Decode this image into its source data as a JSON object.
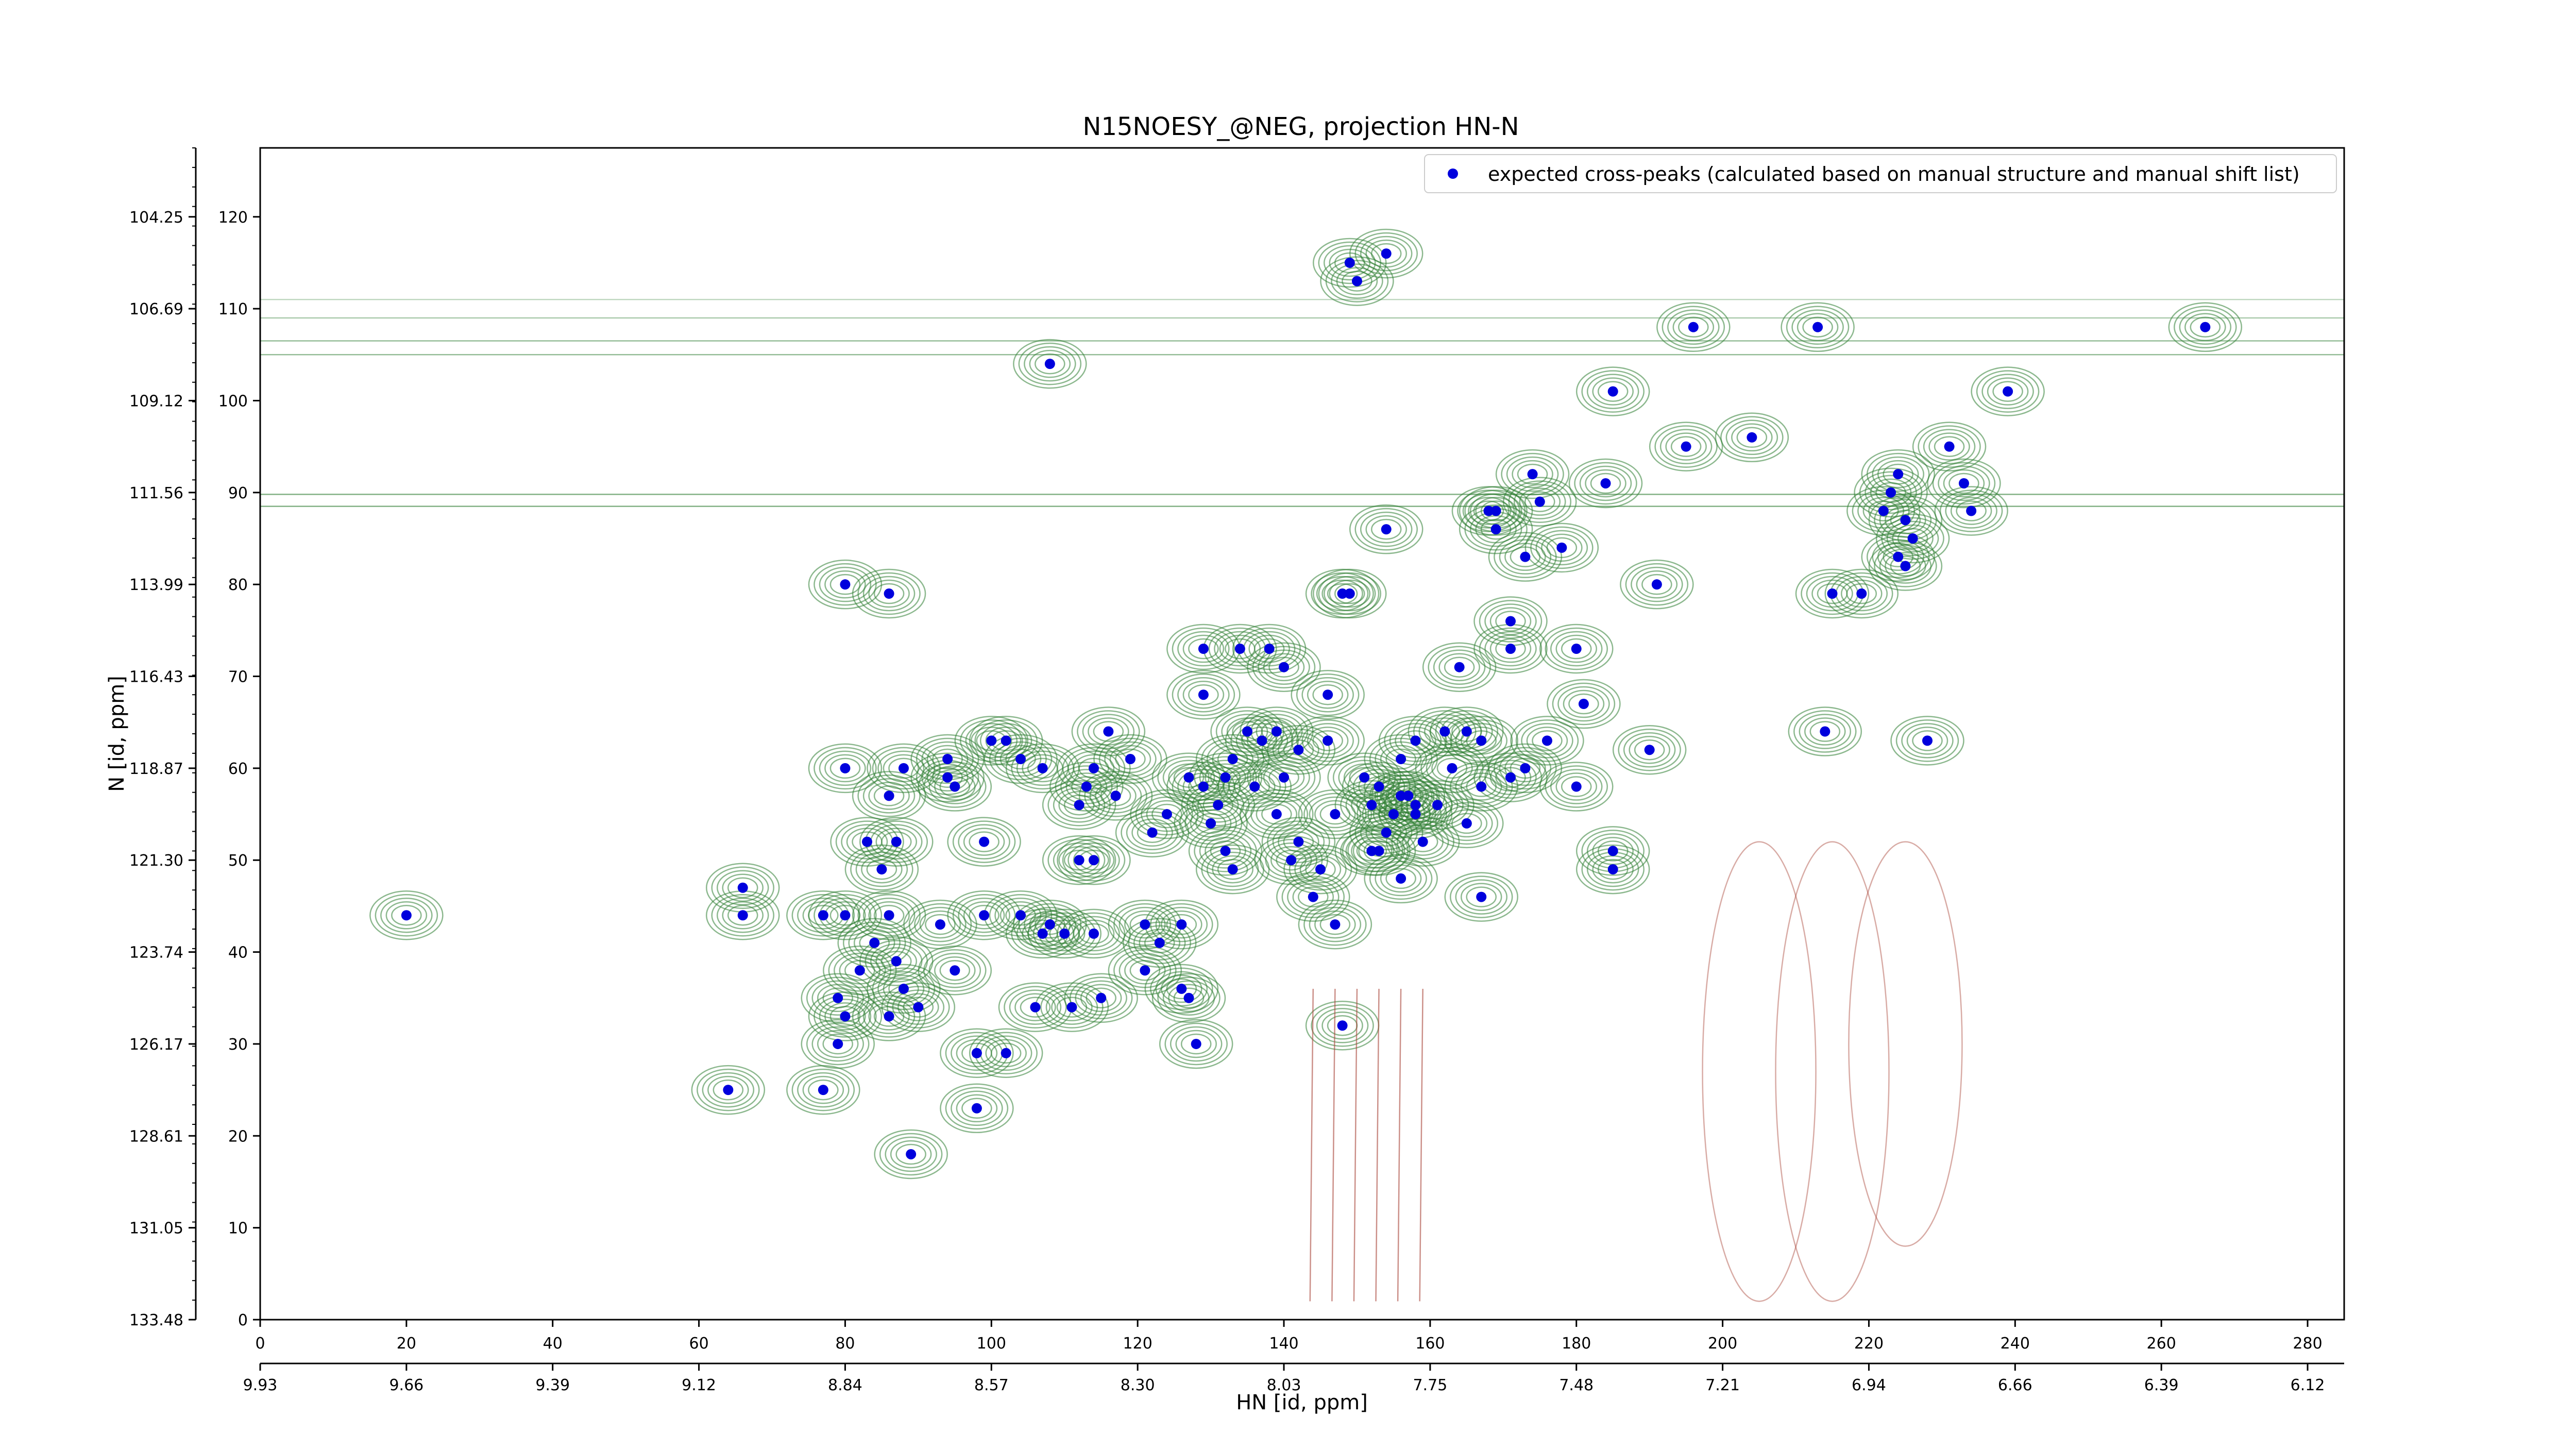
{
  "chart_data": {
    "type": "scatter",
    "title": "N15NOESY_@NEG, projection HN-N",
    "xlabel": "HN [id, ppm]",
    "ylabel": "N [id, ppm]",
    "xlim": [
      0,
      285
    ],
    "ylim": [
      0,
      127.5
    ],
    "grid": false,
    "legend_position": "top-right",
    "x_ticks_index": [
      0,
      20,
      40,
      60,
      80,
      100,
      120,
      140,
      160,
      180,
      200,
      220,
      240,
      260,
      280
    ],
    "x_ticks_ppm": [
      "9.93",
      "9.66",
      "9.39",
      "9.12",
      "8.84",
      "8.57",
      "8.30",
      "8.03",
      "7.75",
      "7.48",
      "7.21",
      "6.94",
      "6.66",
      "6.39",
      "6.12"
    ],
    "y_ticks_index": [
      0,
      10,
      20,
      30,
      40,
      50,
      60,
      70,
      80,
      90,
      100,
      110,
      120
    ],
    "y_ticks_ppm": [
      "133.48",
      "131.05",
      "128.61",
      "126.17",
      "123.74",
      "121.30",
      "118.87",
      "116.43",
      "113.99",
      "111.56",
      "109.12",
      "106.69",
      "104.25"
    ],
    "colors": {
      "positive": "#2e7d32",
      "negative": "#a94438",
      "marker": "#0000dd"
    },
    "series": [
      {
        "name": "expected cross-peaks (calculated based on manual structure and manual shift list)",
        "points": [
          [
            20,
            44
          ],
          [
            64,
            25
          ],
          [
            66,
            44
          ],
          [
            66,
            47
          ],
          [
            77,
            25
          ],
          [
            77,
            44
          ],
          [
            79,
            30
          ],
          [
            79,
            35
          ],
          [
            80,
            33
          ],
          [
            80,
            44
          ],
          [
            80,
            60
          ],
          [
            80,
            80
          ],
          [
            82,
            38
          ],
          [
            83,
            52
          ],
          [
            84,
            41
          ],
          [
            85,
            49
          ],
          [
            86,
            33
          ],
          [
            86,
            44
          ],
          [
            86,
            57
          ],
          [
            86,
            79
          ],
          [
            87,
            39
          ],
          [
            87,
            52
          ],
          [
            88,
            36
          ],
          [
            88,
            60
          ],
          [
            89,
            18
          ],
          [
            90,
            34
          ],
          [
            93,
            43
          ],
          [
            94,
            59
          ],
          [
            94,
            61
          ],
          [
            95,
            58
          ],
          [
            95,
            38
          ],
          [
            98,
            29
          ],
          [
            98,
            23
          ],
          [
            99,
            52
          ],
          [
            99,
            44
          ],
          [
            100,
            63
          ],
          [
            102,
            29
          ],
          [
            102,
            63
          ],
          [
            104,
            44
          ],
          [
            104,
            61
          ],
          [
            106,
            34
          ],
          [
            107,
            42
          ],
          [
            107,
            60
          ],
          [
            108,
            43
          ],
          [
            108,
            104
          ],
          [
            110,
            42
          ],
          [
            111,
            34
          ],
          [
            112,
            56
          ],
          [
            112,
            50
          ],
          [
            113,
            58
          ],
          [
            114,
            42
          ],
          [
            114,
            50
          ],
          [
            114,
            60
          ],
          [
            115,
            35
          ],
          [
            116,
            64
          ],
          [
            117,
            57
          ],
          [
            119,
            61
          ],
          [
            121,
            43
          ],
          [
            121,
            38
          ],
          [
            122,
            53
          ],
          [
            123,
            41
          ],
          [
            124,
            55
          ],
          [
            126,
            36
          ],
          [
            126,
            43
          ],
          [
            127,
            35
          ],
          [
            127,
            59
          ],
          [
            128,
            30
          ],
          [
            129,
            73
          ],
          [
            129,
            68
          ],
          [
            129,
            58
          ],
          [
            130,
            54
          ],
          [
            131,
            56
          ],
          [
            132,
            59
          ],
          [
            132,
            51
          ],
          [
            133,
            49
          ],
          [
            133,
            61
          ],
          [
            134,
            73
          ],
          [
            135,
            64
          ],
          [
            136,
            58
          ],
          [
            137,
            63
          ],
          [
            138,
            73
          ],
          [
            139,
            55
          ],
          [
            139,
            64
          ],
          [
            140,
            59
          ],
          [
            140,
            71
          ],
          [
            141,
            50
          ],
          [
            142,
            52
          ],
          [
            142,
            62
          ],
          [
            144,
            46
          ],
          [
            145,
            49
          ],
          [
            146,
            68
          ],
          [
            146,
            63
          ],
          [
            147,
            55
          ],
          [
            147,
            43
          ],
          [
            148,
            32
          ],
          [
            148,
            79
          ],
          [
            149,
            79
          ],
          [
            149,
            115
          ],
          [
            150,
            113
          ],
          [
            151,
            59
          ],
          [
            152,
            51
          ],
          [
            152,
            56
          ],
          [
            153,
            58
          ],
          [
            153,
            51
          ],
          [
            154,
            53
          ],
          [
            154,
            86
          ],
          [
            154,
            116
          ],
          [
            155,
            55
          ],
          [
            156,
            57
          ],
          [
            156,
            61
          ],
          [
            156,
            48
          ],
          [
            157,
            57
          ],
          [
            158,
            56
          ],
          [
            158,
            55
          ],
          [
            158,
            63
          ],
          [
            159,
            52
          ],
          [
            161,
            56
          ],
          [
            162,
            64
          ],
          [
            163,
            60
          ],
          [
            164,
            71
          ],
          [
            165,
            64
          ],
          [
            165,
            54
          ],
          [
            167,
            63
          ],
          [
            167,
            58
          ],
          [
            167,
            46
          ],
          [
            168,
            88
          ],
          [
            169,
            88
          ],
          [
            169,
            86
          ],
          [
            171,
            76
          ],
          [
            171,
            59
          ],
          [
            171,
            73
          ],
          [
            173,
            60
          ],
          [
            173,
            83
          ],
          [
            174,
            92
          ],
          [
            175,
            89
          ],
          [
            176,
            63
          ],
          [
            178,
            84
          ],
          [
            180,
            73
          ],
          [
            180,
            58
          ],
          [
            181,
            67
          ],
          [
            184,
            91
          ],
          [
            185,
            101
          ],
          [
            185,
            51
          ],
          [
            185,
            49
          ],
          [
            190,
            62
          ],
          [
            191,
            80
          ],
          [
            195,
            95
          ],
          [
            196,
            108
          ],
          [
            204,
            96
          ],
          [
            213,
            108
          ],
          [
            214,
            64
          ],
          [
            215,
            79
          ],
          [
            219,
            79
          ],
          [
            222,
            88
          ],
          [
            223,
            90
          ],
          [
            224,
            92
          ],
          [
            224,
            83
          ],
          [
            225,
            82
          ],
          [
            225,
            87
          ],
          [
            226,
            85
          ],
          [
            228,
            63
          ],
          [
            231,
            95
          ],
          [
            233,
            91
          ],
          [
            234,
            88
          ],
          [
            239,
            101
          ],
          [
            266,
            108
          ]
        ]
      }
    ]
  }
}
